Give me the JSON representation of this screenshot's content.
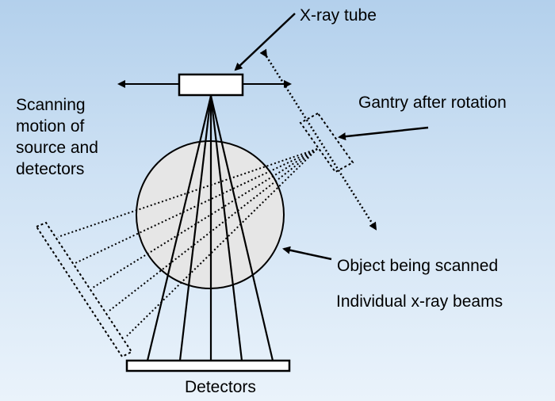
{
  "labels": {
    "xray_tube": "X-ray tube",
    "scanning_motion": [
      "Scanning",
      "motion of",
      "source and",
      "detectors"
    ],
    "gantry_after_rotation": "Gantry after rotation",
    "object_being_scanned": "Object being scanned",
    "individual_beams": "Individual x-ray beams",
    "detectors": "Detectors"
  },
  "colors": {
    "background_top": "#b3d0ec",
    "background_bottom": "#eaf3fb",
    "object_fill": "#e6e6e6",
    "stroke": "#000000",
    "box_fill": "#ffffff"
  }
}
